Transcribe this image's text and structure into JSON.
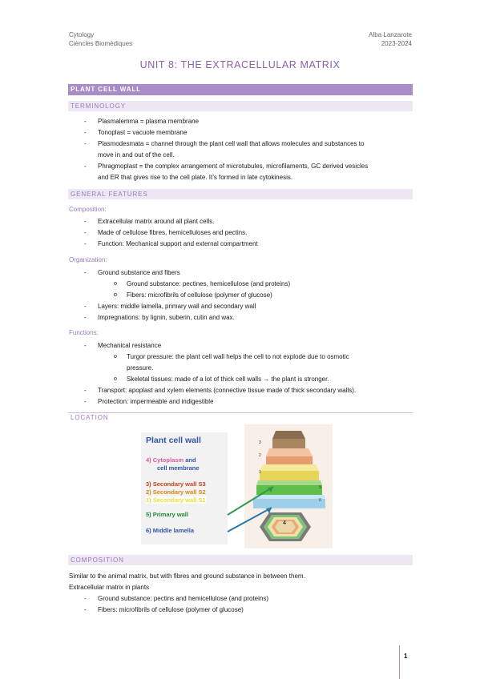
{
  "header": {
    "subject": "Cytology",
    "course": "Ciències Biomèdiques",
    "author": "Alba Lanzarote",
    "year": "2023-2024"
  },
  "title": "UNIT 8: THE EXTRACELLULAR MATRIX",
  "sections": {
    "plant_cell_wall": "PLANT CELL WALL",
    "terminology": "TERMINOLOGY",
    "general_features": "GENERAL FEATURES",
    "location": "LOCATION",
    "composition": "COMPOSITION"
  },
  "terminology": [
    "Plasmalemma = plasma membrane",
    "Tonoplast = vacuole membrane",
    "Plasmodesmata = channel through the plant cell wall that allows molecules and substances to",
    "move in and out of the cell.",
    "Phragmoplast = the complex arrangement of microtubules, microfilaments, GC derived vesicles",
    "and ER that gives rise to the cell plate. It’s formed in late cytokinesis."
  ],
  "composition_sub": {
    "label": "Composition:",
    "items": [
      "Extracellular matrix around all plant cells.",
      "Made of cellulose fibres, hemicelluloses and pectins.",
      "Function: Mechanical support and external compartment"
    ]
  },
  "organization": {
    "label": "Organization:",
    "item1": "Ground substance and fibers",
    "sub1": "Ground substance: pectines, hemicellulose (and proteins)",
    "sub2": "Fibers: microfibrils of cellulose (polymer of glucose)",
    "item2": "Layers: middle lamella, primary wall and secondary wall",
    "item3": "Impregnations: by lignin, suberin, cutin and wax."
  },
  "functions": {
    "label": "Functions:",
    "item1": "Mechanical resistance",
    "sub1a": "Turgor pressure: the plant cell wall helps the cell to not explode due to osmotic",
    "sub1b": "pressure.",
    "sub2": "Skeletal tissues: made of a lot of thick cell walls → the plant is stronger.",
    "item2": "Transport: apoplast and xylem elements (connective tissue made of thick secondary walls).",
    "item3": "Protection: impermeable and indigestible"
  },
  "figure": {
    "heading": "Plant cell wall",
    "l4a": "4) Cytoplasm",
    "l4b": " and",
    "l4c": "cell membrane",
    "l3": "3) Secondary wall S3",
    "l2": "2) Secondary wall S2",
    "l1": "1) Secondary wall S1",
    "l5": "5) Primary wall",
    "l6": "6) Middle lamella",
    "n1": "1",
    "n2": "2",
    "n3": "3",
    "n4": "4",
    "n5": "5",
    "n6": "6",
    "colors": {
      "heading": "#2f55a4",
      "cytoplasm": "#e0569e",
      "s3": "#c8401d",
      "s2": "#d78a10",
      "s1": "#e8e22a",
      "primary": "#1f8a3a",
      "lamella": "#2f55a4"
    }
  },
  "composition": {
    "line1": "Similar to the animal matrix, but with fibres and ground substance in between them.",
    "line2": "Extracellular matrix in plants",
    "item1": "Ground substance: pectins and hemicellulose (and proteins)",
    "item2": "Fibers: microfibrils of cellulose (polymer of glucose)"
  },
  "page": "1",
  "bullets": {
    "dash": "-",
    "circle": "o"
  }
}
